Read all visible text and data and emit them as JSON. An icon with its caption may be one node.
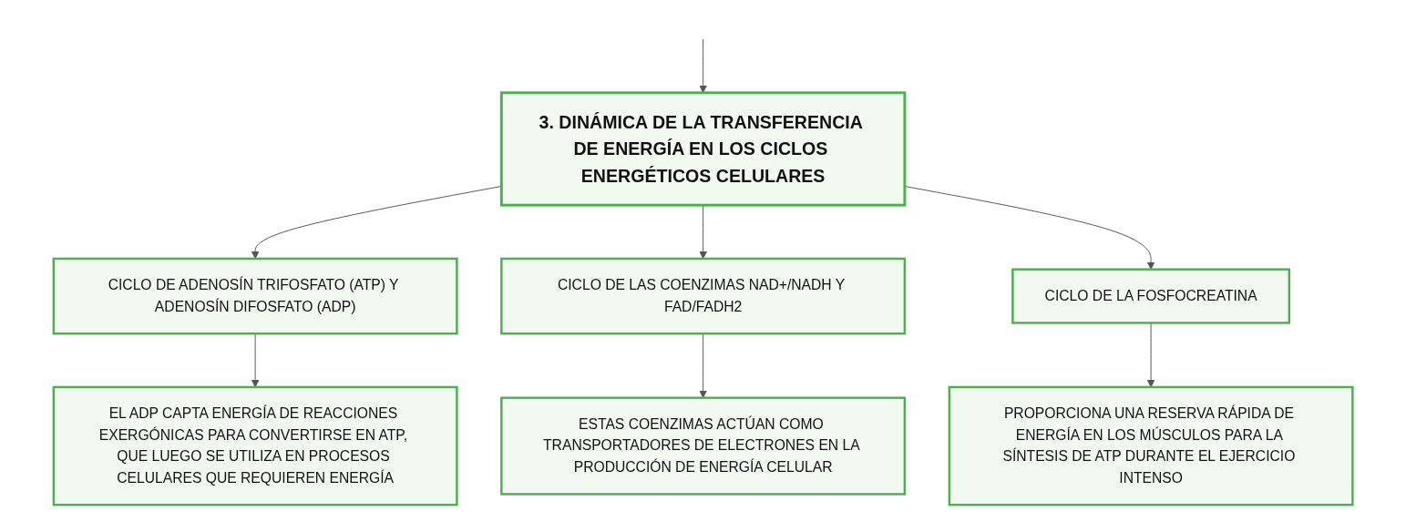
{
  "diagram": {
    "nodes": [
      {
        "text": [
          "3. DINÁMICA DE LA TRANSFERENCIA DE ENERGÍA EN LOS CICLOS ENERGÉTICOS CELULARES"
        ]
      },
      {
        "text": [
          "CICLO DE ADENOSÍN TRIFOSFATO (ATP) Y ADENOSÍN DIFOSFATO (ADP)"
        ]
      },
      {
        "text": [
          "CICLO DE LAS COENZIMAS NAD+/NADH Y FAD/FADH2"
        ]
      },
      {
        "text": [
          "CICLO DE LA FOSFOCREATINA"
        ]
      },
      {
        "text": [
          "EL ADP CAPTA ENERGÍA DE REACCIONES EXERGÓNICAS PARA CONVERTIRSE EN ATP, QUE LUEGO SE UTILIZA EN PROCESOS CELULARES QUE REQUIEREN ENERGÍA"
        ]
      },
      {
        "text": [
          "ESTAS COENZIMAS ACTÚAN COMO TRANSPORTADORES DE ELECTRONES EN LA PRODUCCIÓN DE ENERGÍA CELULAR"
        ]
      },
      {
        "text": [
          "PROPORCIONA UNA RESERVA RÁPIDA DE ENERGÍA EN LOS MÚSCULOS PARA LA SÍNTESIS DE ATP DURANTE EL EJERCICIO INTENSO"
        ]
      }
    ],
    "edges": [
      {
        "from": null,
        "to": 0,
        "arrow": "to"
      },
      {
        "from": 0,
        "to": 1,
        "arrow": "to"
      },
      {
        "from": 0,
        "to": 2,
        "arrow": "to"
      },
      {
        "from": 0,
        "to": 3,
        "arrow": "to"
      },
      {
        "from": 1,
        "to": 4,
        "arrow": "to"
      },
      {
        "from": 2,
        "to": 5,
        "arrow": "to"
      },
      {
        "from": 3,
        "to": 6,
        "arrow": "to"
      }
    ]
  }
}
